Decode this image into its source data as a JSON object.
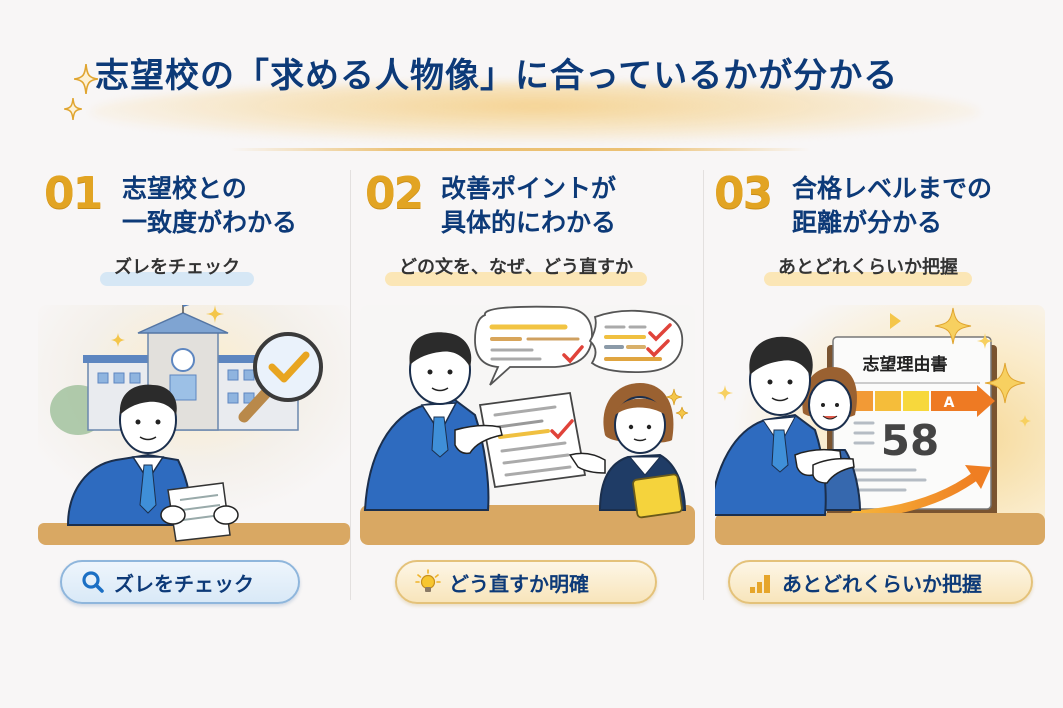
{
  "header": {
    "title": "志望校の「求める人物像」に合っているかが分かる"
  },
  "colors": {
    "navy": "#0d3a78",
    "gold": "#e2a423",
    "blue_highlight": "#d6e7f5",
    "gold_highlight": "#fbe6b6",
    "background": "#f8f6f6"
  },
  "features": [
    {
      "number": "01",
      "heading_line1": "志望校との",
      "heading_line2": "一致度がわかる",
      "subtitle": "ズレをチェック",
      "illustration": "student-reviewing-document-with-school-and-magnifier",
      "button_label": "ズレをチェック",
      "button_icon": "search-icon"
    },
    {
      "number": "02",
      "heading_line1": "改善ポイントが",
      "heading_line2": "具体的にわかる",
      "subtitle": "どの文を、なぜ、どう直すか",
      "illustration": "advisor-and-student-discussing-document-with-speech-bubbles",
      "button_label": "どう直すか明確",
      "button_icon": "lightbulb-icon"
    },
    {
      "number": "03",
      "heading_line1": "合格レベルまでの",
      "heading_line2": "距離が分かる",
      "subtitle": "あとどれくらいか把握",
      "illustration": "students-pointing-at-score-board",
      "board": {
        "title": "志望理由書",
        "grade": "A",
        "score": "58"
      },
      "button_label": "あとどれくらいか把握",
      "button_icon": "bar-chart-icon"
    }
  ]
}
